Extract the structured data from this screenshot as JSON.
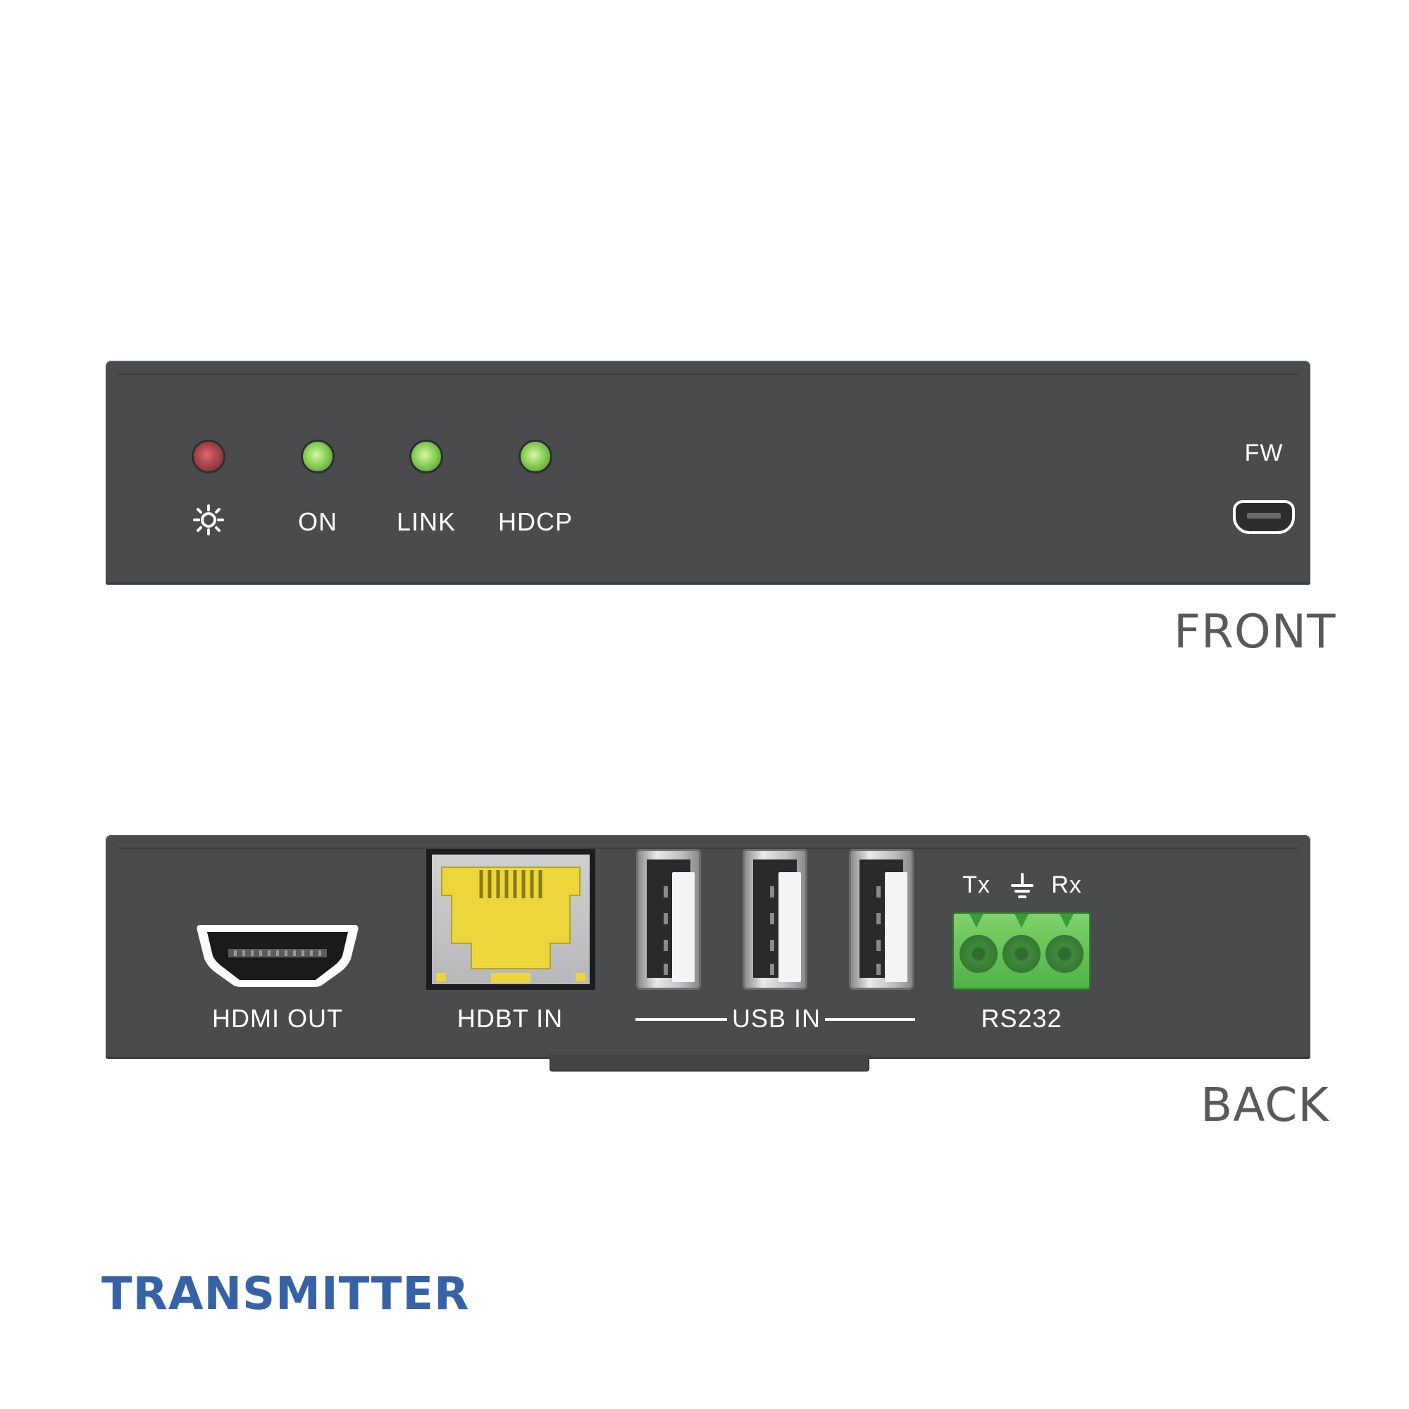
{
  "front": {
    "caption": "FRONT",
    "leds": [
      {
        "id": "power",
        "label": "",
        "icon": "power-sun-icon",
        "color": "#b4474c"
      },
      {
        "id": "on",
        "label": "ON",
        "color": "#8fd65c"
      },
      {
        "id": "link",
        "label": "LINK",
        "color": "#8fd65c"
      },
      {
        "id": "hdcp",
        "label": "HDCP",
        "color": "#8fd65c"
      }
    ],
    "fw_label": "FW"
  },
  "back": {
    "caption": "BACK",
    "hdmi_out_label": "HDMI OUT",
    "hdbt_in_label": "HDBT IN",
    "usb_in_label": "USB IN",
    "rs232": {
      "label": "RS232",
      "tx": "Tx",
      "rx": "Rx",
      "ground_icon": "ground-icon"
    },
    "terminal_color": "#5cbf52",
    "rj45_color": "#ecd63c"
  },
  "product_label": "TRANSMITTER",
  "colors": {
    "panel": "#4a4b4d",
    "caption": "#58595b",
    "product": "#3763a6"
  }
}
